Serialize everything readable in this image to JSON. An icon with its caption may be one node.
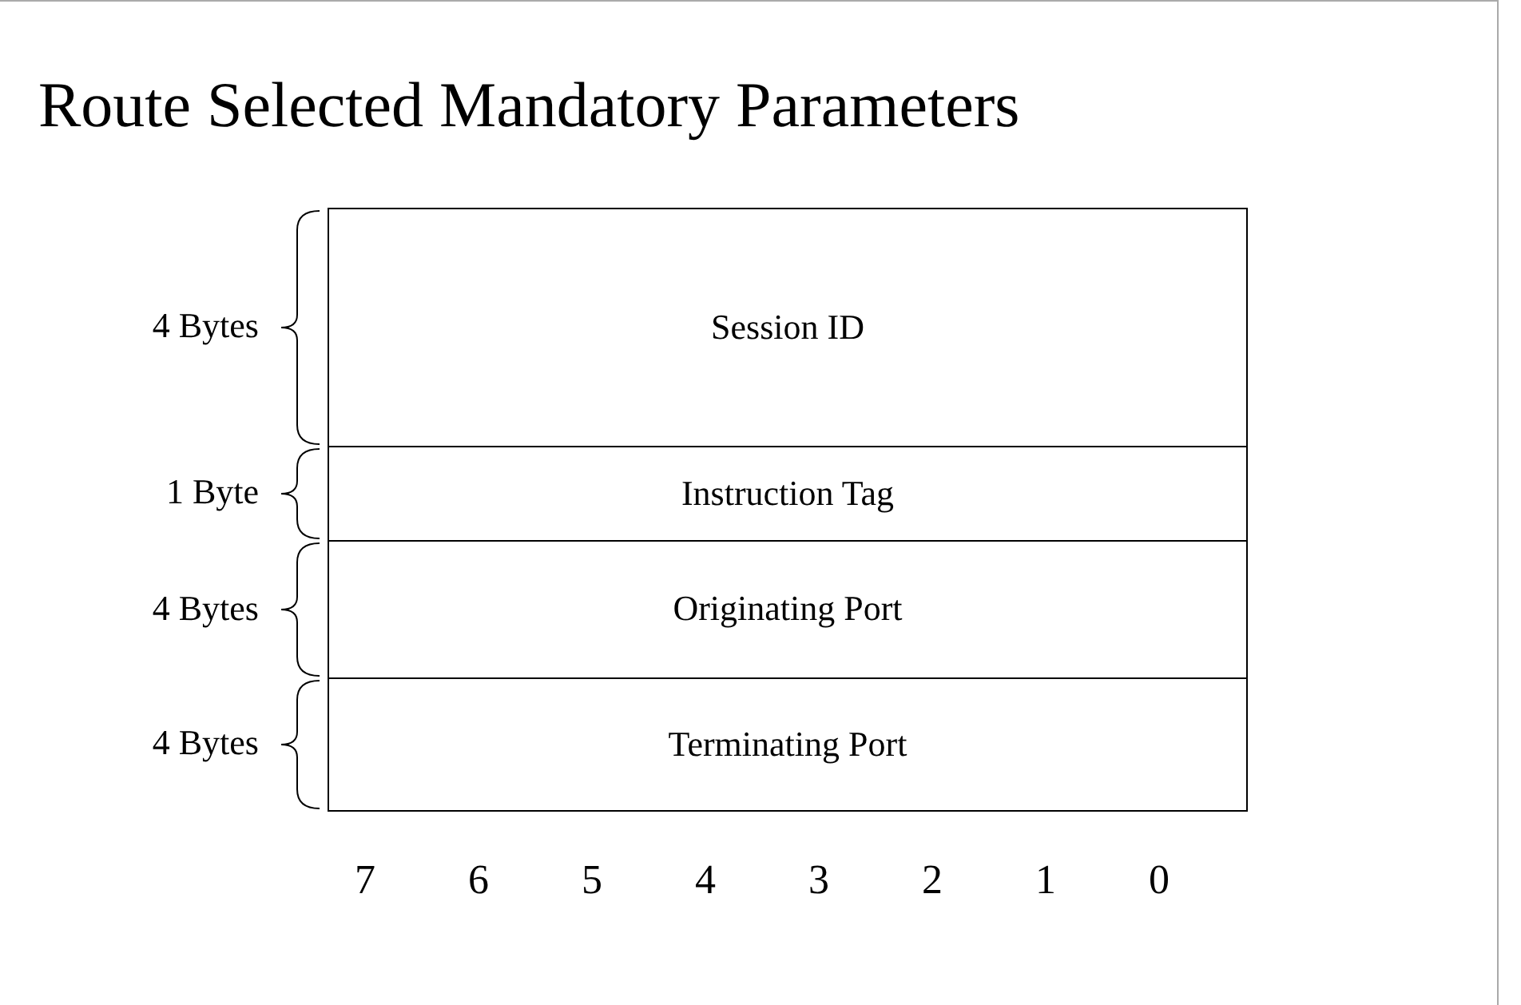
{
  "diagram": {
    "title": "Route Selected Mandatory Parameters",
    "nodes": [
      {
        "text": [
          "Session ID"
        ],
        "beside": [
          "4 Bytes"
        ]
      },
      {
        "text": [
          "Instruction Tag"
        ],
        "beside": [
          "1 Byte"
        ]
      },
      {
        "text": [
          "Originating Port"
        ],
        "beside": [
          "4 Bytes"
        ]
      },
      {
        "text": [
          "Terminating Port"
        ],
        "beside": [
          "4 Bytes"
        ]
      }
    ],
    "labels": [
      "7",
      "6",
      "5",
      "4",
      "3",
      "2",
      "1",
      "0"
    ]
  }
}
